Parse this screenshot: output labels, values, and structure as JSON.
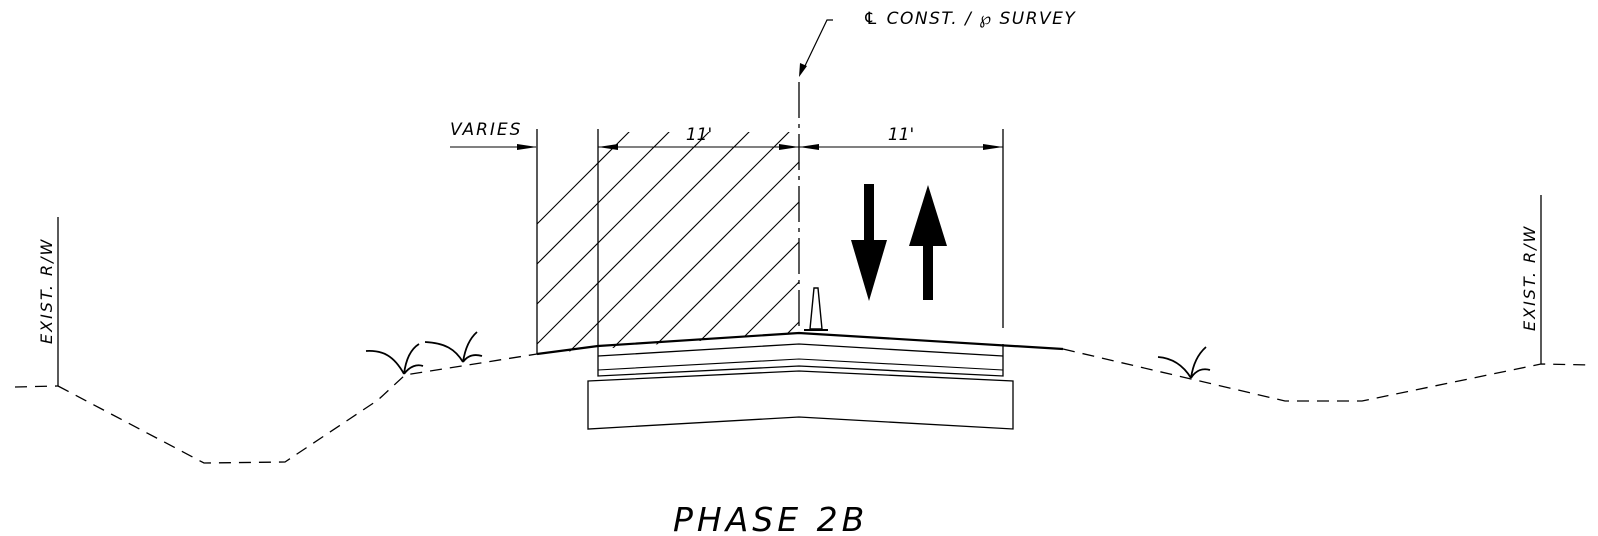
{
  "drawing": {
    "centerline_label": "℄ CONST. / ℘ SURVEY",
    "varies_label": "VARIES",
    "lane_width_left": "11'",
    "lane_width_right": "11'",
    "row_label_left": "EXIST. R/W",
    "row_label_right": "EXIST. R/W",
    "phase_title": "PHASE 2B"
  }
}
